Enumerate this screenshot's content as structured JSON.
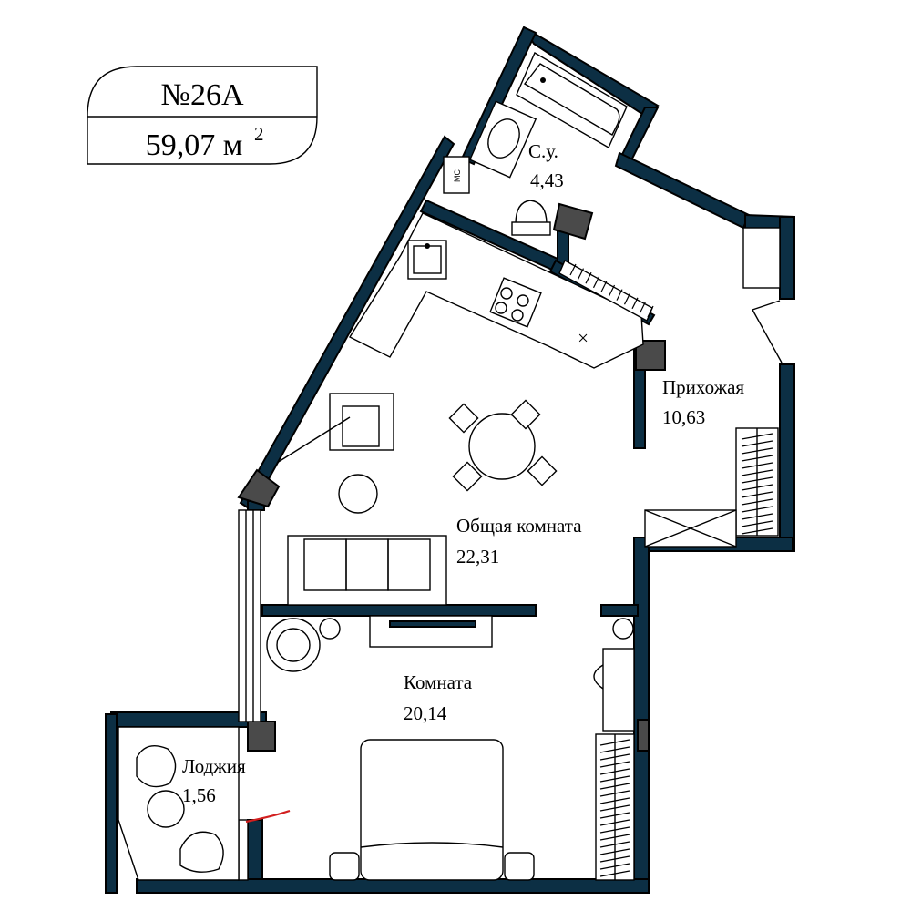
{
  "header": {
    "apartment_number": "№26А",
    "total_area": "59,07 м",
    "area_unit_sup": "2"
  },
  "rooms": {
    "bathroom": {
      "name": "С.у.",
      "area": "4,43"
    },
    "hallway": {
      "name": "Прихожая",
      "area": "10,63"
    },
    "living_room": {
      "name": "Общая комната",
      "area": "22,31"
    },
    "bedroom": {
      "name": "Комната",
      "area": "20,14"
    },
    "loggia": {
      "name": "Лоджия",
      "area": "1,56"
    }
  },
  "fixtures": {
    "washing_machine_label": "МС",
    "hood_label": "×"
  },
  "colors": {
    "wall": "#0c2f44",
    "column": "#4a4a4a",
    "door_swing": "#d21f1f"
  }
}
